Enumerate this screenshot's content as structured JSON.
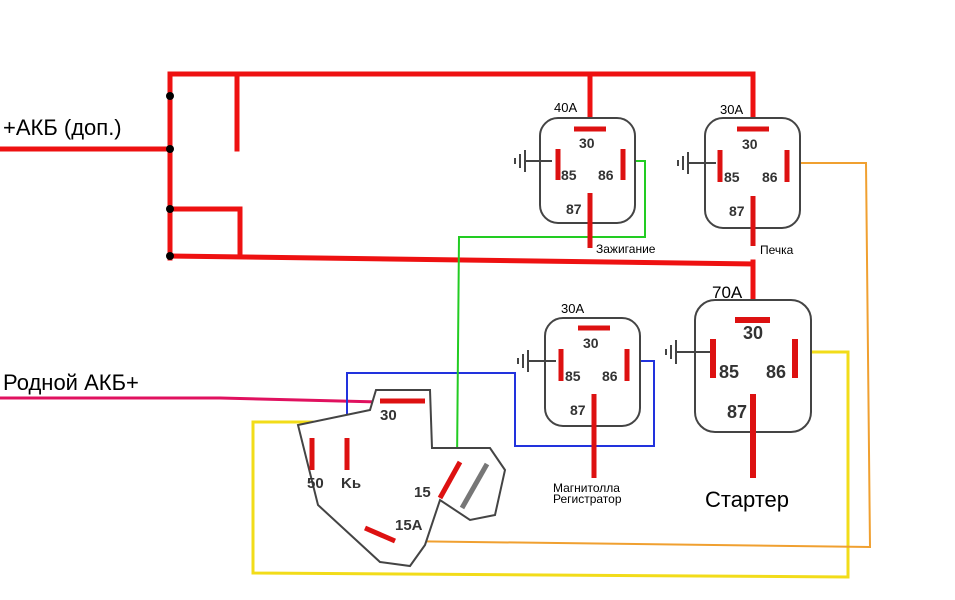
{
  "labels": {
    "aux_battery": "+АКБ (доп.)",
    "main_battery": "Родной АКБ+"
  },
  "relays": [
    {
      "id": "ignition",
      "rating": "40A",
      "load": "Зажигание",
      "pins": [
        "30",
        "85",
        "86",
        "87"
      ]
    },
    {
      "id": "heater",
      "rating": "30A",
      "load": "Печка",
      "pins": [
        "30",
        "85",
        "86",
        "87"
      ]
    },
    {
      "id": "radio",
      "rating": "30A",
      "load_lines": [
        "Магнитолла",
        "Регистратор"
      ],
      "pins": [
        "30",
        "85",
        "86",
        "87"
      ]
    },
    {
      "id": "starter",
      "rating": "70A",
      "load": "Стартер",
      "pins": [
        "30",
        "85",
        "86",
        "87"
      ]
    }
  ],
  "ignition_switch": {
    "terminals": [
      "30",
      "50",
      "Kь",
      "15",
      "15A"
    ]
  },
  "colors": {
    "power": "#ee1111",
    "pin": "#dd1111",
    "main_feed": "#e0115f",
    "radio_control": "#2233dd",
    "ignition_control": "#22cc22",
    "starter_control": "#f2dc19",
    "heater_control": "#f0a030",
    "outline": "#444444"
  }
}
